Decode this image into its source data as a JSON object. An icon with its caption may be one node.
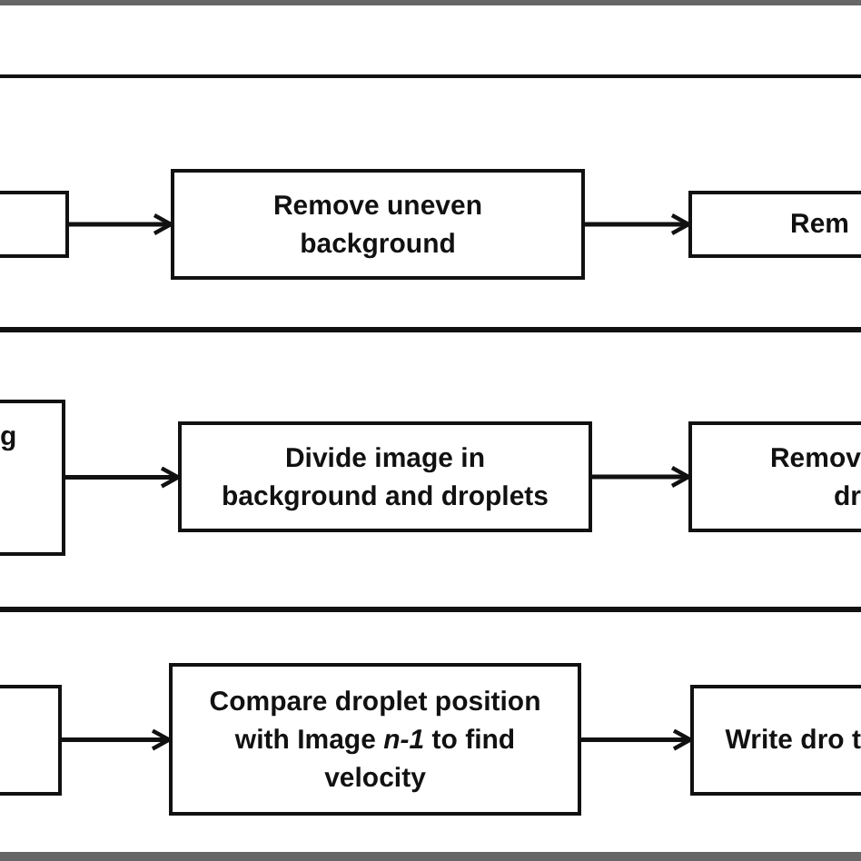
{
  "diagram": {
    "nodes": [
      {
        "text": [],
        "shape": "box"
      },
      {
        "text": [
          "Remove uneven background"
        ]
      },
      {
        "text": [
          "Rem"
        ]
      },
      {
        "text": [
          "g"
        ]
      },
      {
        "text": [
          "Divide image in background and droplets"
        ]
      },
      {
        "text": [
          "Remov dr"
        ]
      },
      {
        "text": [],
        "shape": "box"
      },
      {
        "text": [
          "Compare droplet position with Image *n-1* to find velocity"
        ]
      },
      {
        "text": [
          "Write dro t"
        ]
      }
    ],
    "edges": [
      {
        "from": 0,
        "to": 1,
        "arrow": "to"
      },
      {
        "from": 1,
        "to": 2,
        "arrow": "to"
      },
      {
        "from": 3,
        "to": 4,
        "arrow": "to"
      },
      {
        "from": 4,
        "to": 5,
        "arrow": "to"
      },
      {
        "from": 6,
        "to": 7,
        "arrow": "to"
      },
      {
        "from": 7,
        "to": 8,
        "arrow": "to"
      }
    ]
  }
}
